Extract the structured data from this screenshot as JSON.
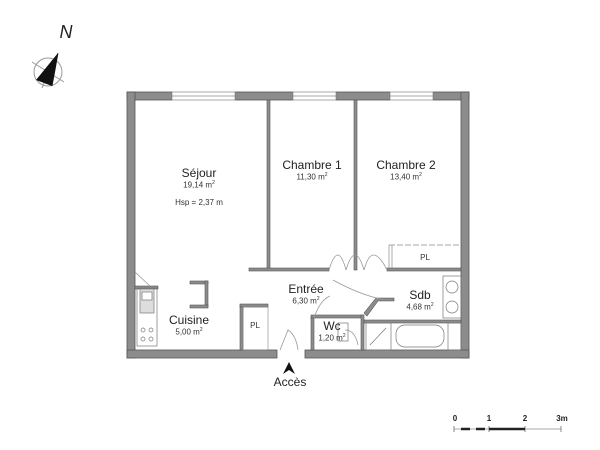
{
  "compass": {
    "label": "N"
  },
  "rooms": [
    {
      "id": "sejour",
      "name": "Séjour",
      "area": "19,14 m",
      "extra": "Hsp = 2,37 m"
    },
    {
      "id": "chambre1",
      "name": "Chambre 1",
      "area": "11,30 m"
    },
    {
      "id": "chambre2",
      "name": "Chambre 2",
      "area": "13,40 m"
    },
    {
      "id": "entree",
      "name": "Entrée",
      "area": "6,30 m"
    },
    {
      "id": "cuisine",
      "name": "Cuisine",
      "area": "5,00 m"
    },
    {
      "id": "sdb",
      "name": "Sdb",
      "area": "4,68 m"
    },
    {
      "id": "wc",
      "name": "Wc",
      "area": "1,20 m"
    }
  ],
  "closets": [
    {
      "label": "PL"
    },
    {
      "label": "PL"
    }
  ],
  "access": {
    "label": "Accès"
  },
  "scale": {
    "ticks": [
      "0",
      "1",
      "2",
      "3m"
    ]
  },
  "colors": {
    "wall": "#8c8c8c",
    "wall_outline": "#555555",
    "window": "#ffffff"
  }
}
